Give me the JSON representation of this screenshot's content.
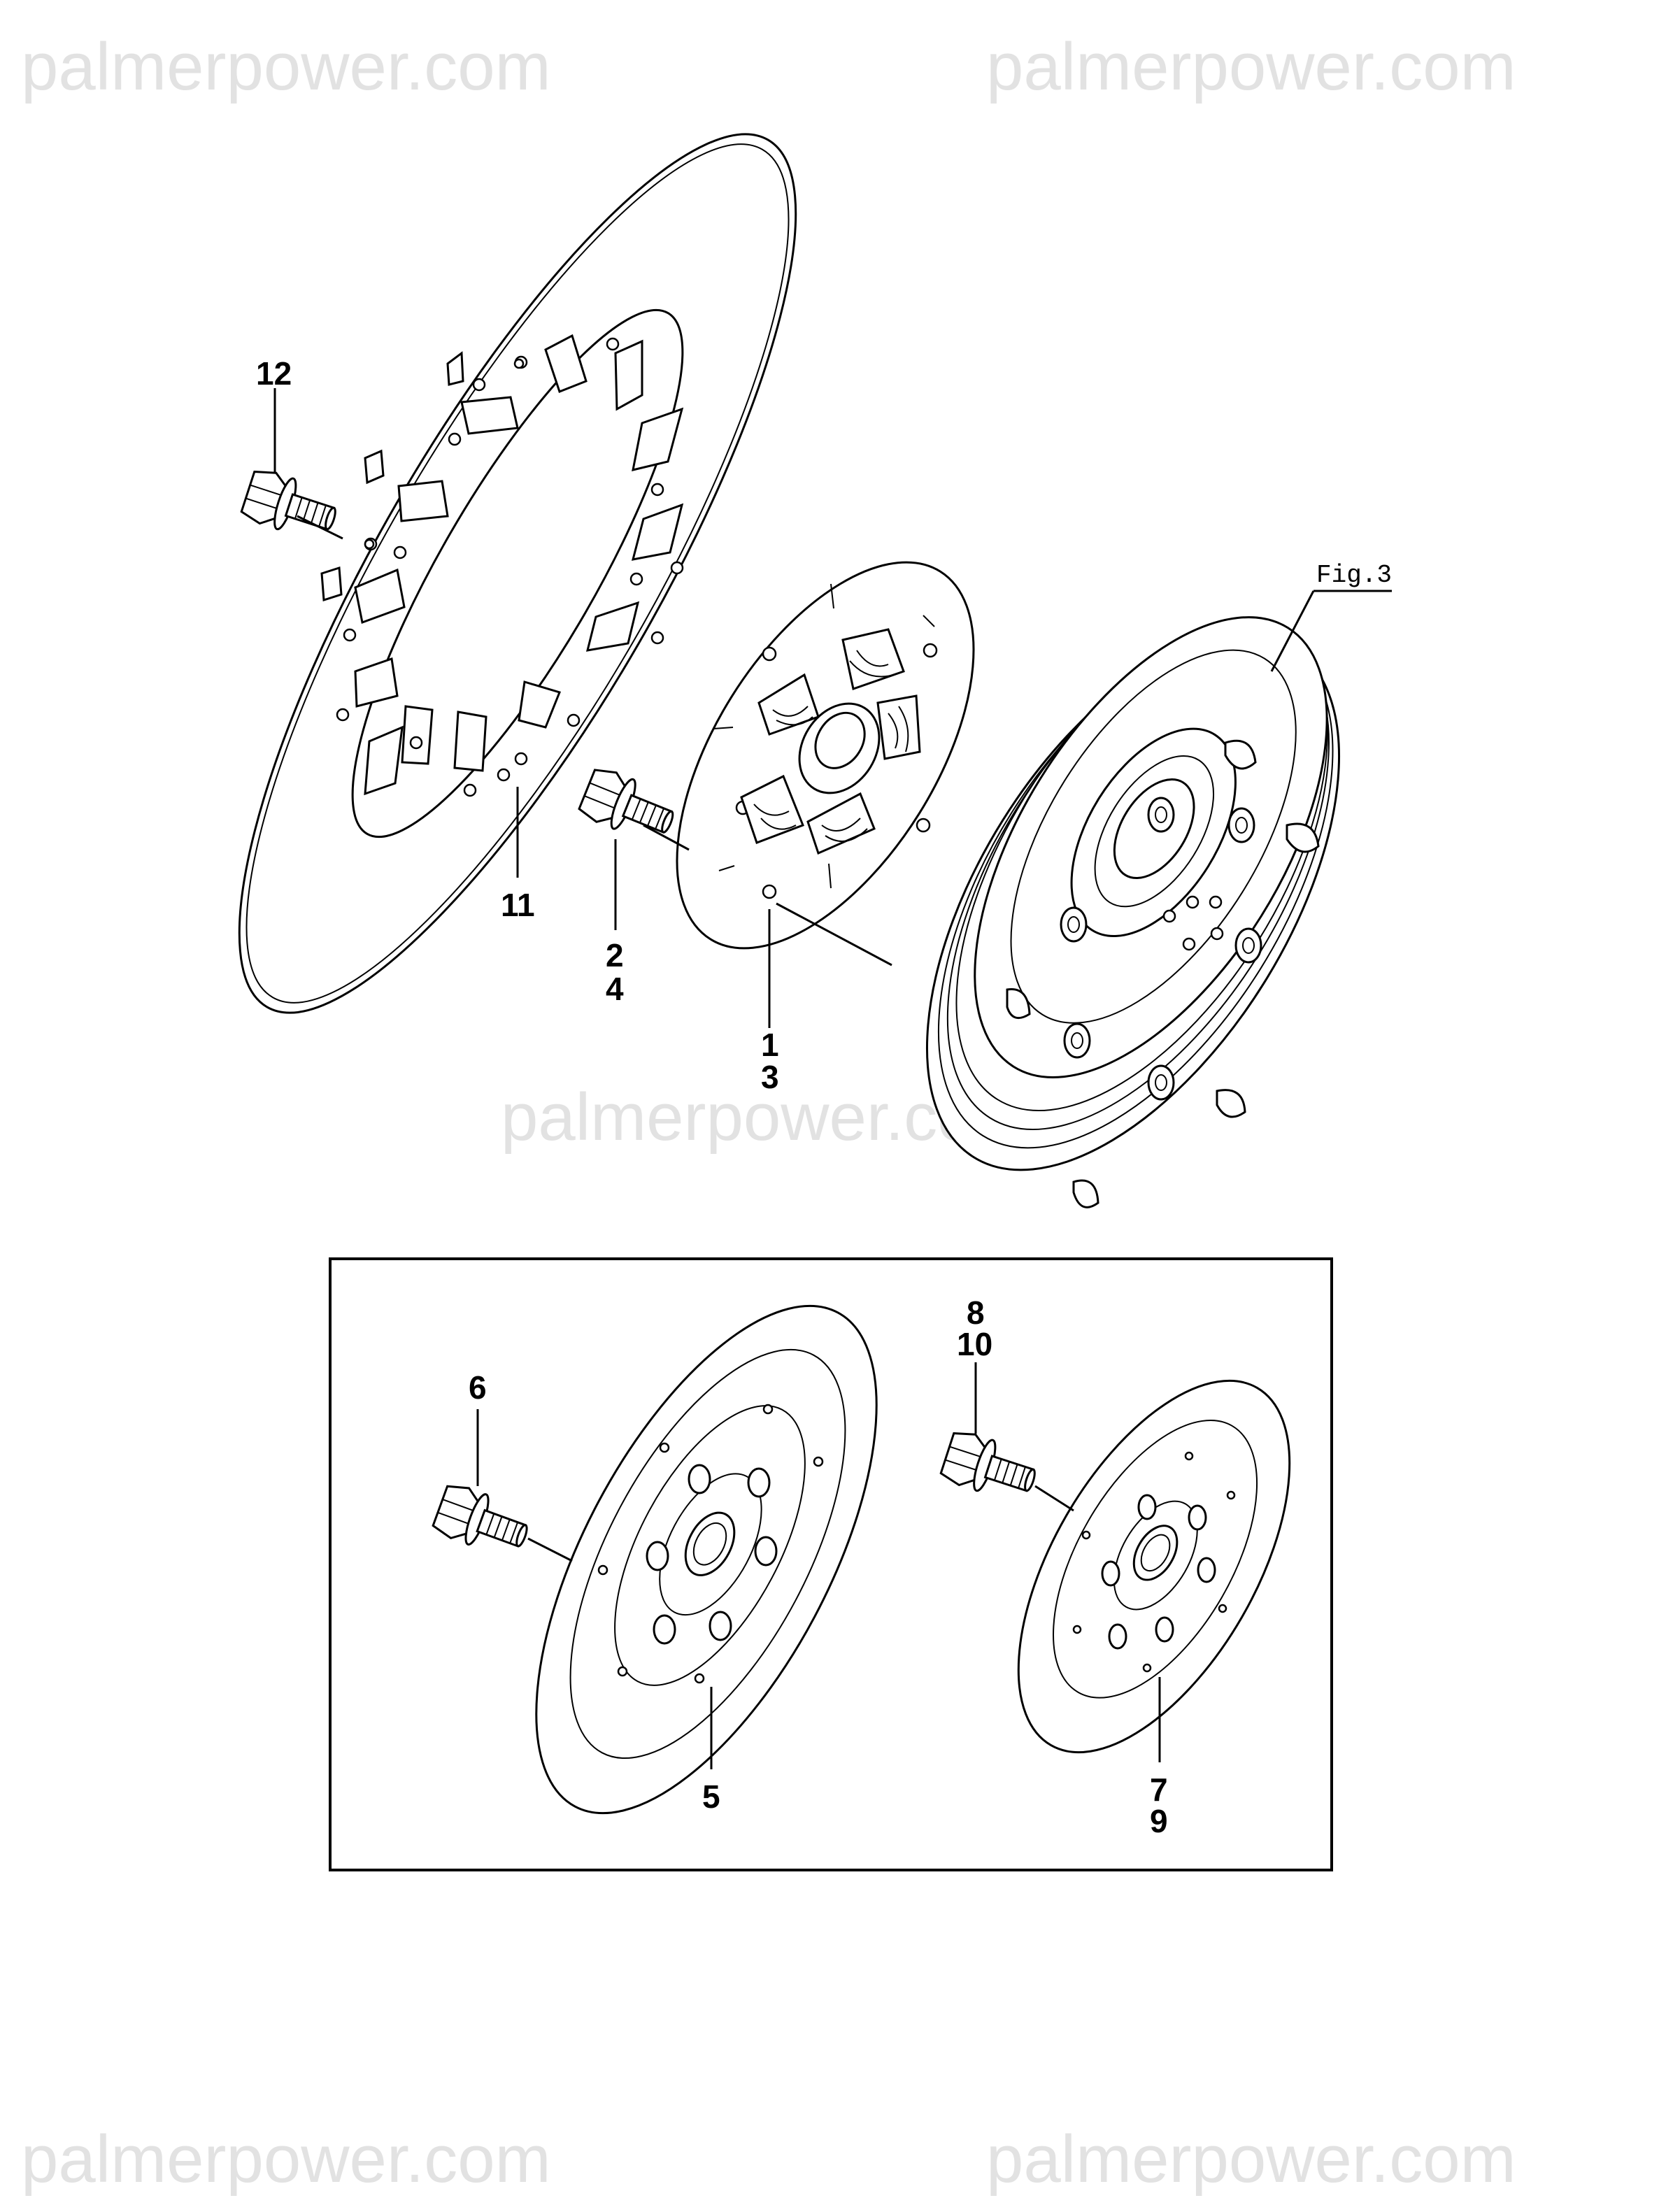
{
  "watermark": {
    "text": "palmerpower.com",
    "color": "#e2e2e2"
  },
  "callouts": {
    "c12": "12",
    "c11": "11",
    "c2": "2",
    "c4": "4",
    "c1": "1",
    "c3": "3",
    "fig": "Fig.3",
    "c6": "6",
    "c5": "5",
    "c8": "8",
    "c10": "10",
    "c7": "7",
    "c9": "9"
  },
  "parts": {
    "p11": "damper-plate",
    "p12": "flange-bolt",
    "p1": "clutch-disc",
    "p2": "flange-bolt",
    "flywheel": "flywheel",
    "p5": "coupling-plate",
    "p6": "flange-bolt",
    "p7": "coupling-plate-small",
    "p8": "flange-bolt"
  }
}
